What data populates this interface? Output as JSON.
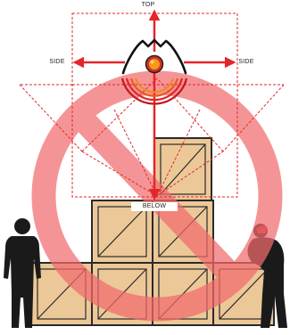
{
  "labels": {
    "top": "TOP",
    "side_left": "SIDE",
    "side_right": "SIDE",
    "below": "BELOW"
  },
  "colors": {
    "arrow": "#e3262b",
    "zone_outline": "#e3262b",
    "prohibition": "#f26b6e",
    "crate_fill": "#ecc898",
    "crate_stroke": "#2a2a2a",
    "sensor_core": "#f49a1e",
    "silhouette": "#1a1a1a"
  },
  "icons": {
    "sensor": "motion-sensor-icon",
    "prohibition": "no-symbol-icon",
    "person_left": "person-silhouette-icon",
    "person_right": "person-lifting-silhouette-icon"
  }
}
